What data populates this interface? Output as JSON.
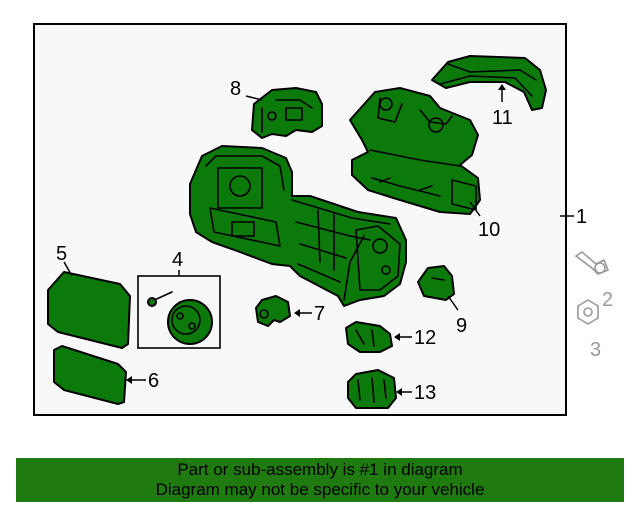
{
  "callouts": {
    "c1": "1",
    "c2": "2",
    "c3": "3",
    "c4": "4",
    "c5": "5",
    "c6": "6",
    "c7": "7",
    "c8": "8",
    "c9": "9",
    "c10": "10",
    "c11": "11",
    "c12": "12",
    "c13": "13"
  },
  "banner": {
    "line1": "Part or sub-assembly is #1 in diagram",
    "line2": "Diagram may not be specific to your vehicle"
  },
  "colors": {
    "part_fill": "#0b7a0b",
    "banner_bg": "#1f7a0f",
    "outline": "#000000",
    "secondary_parts": "#9a9a9a"
  }
}
